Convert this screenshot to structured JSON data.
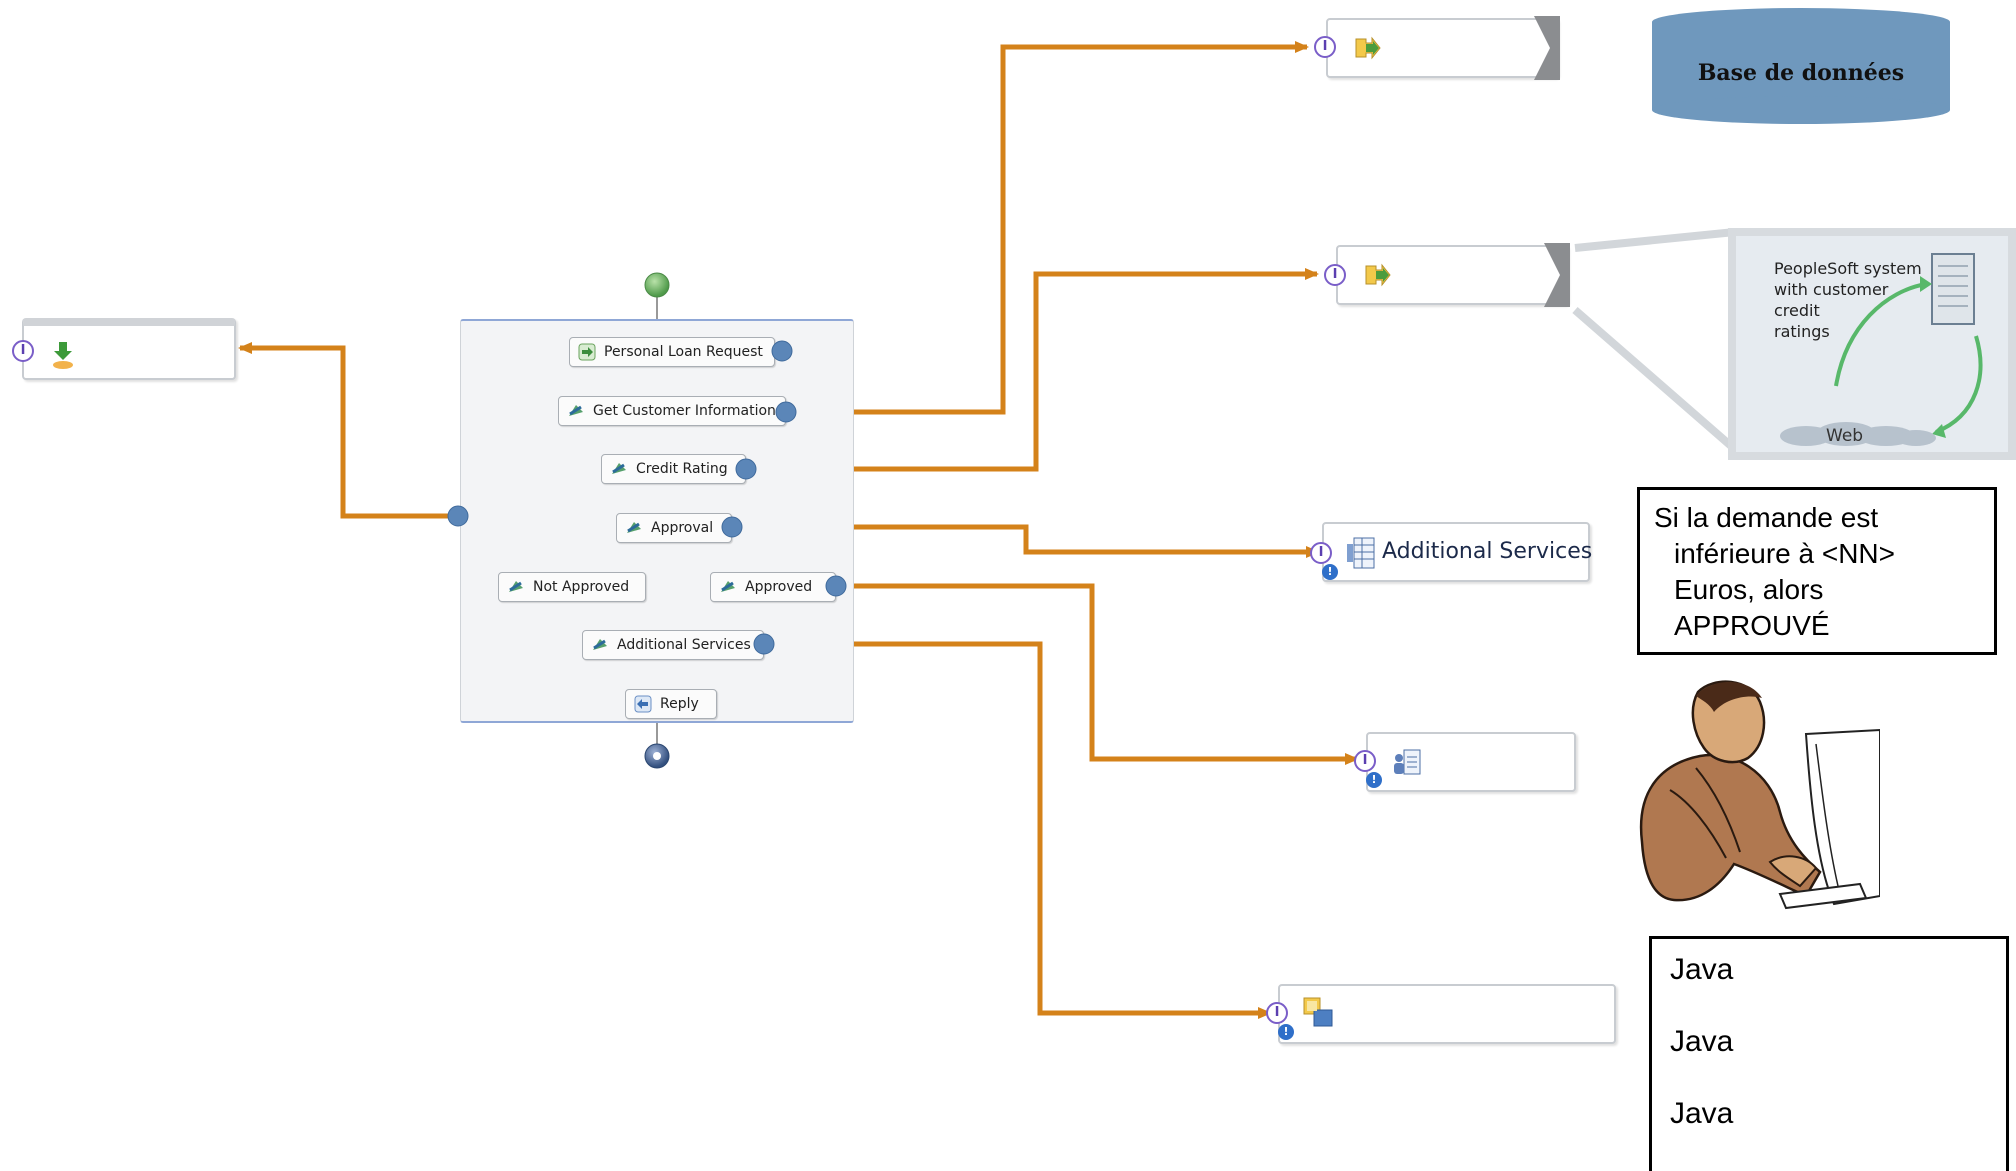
{
  "activities": {
    "personal_loan_request": "Personal Loan Request",
    "get_customer_information": "Get Customer Information",
    "credit_rating": "Credit Rating",
    "approval": "Approval",
    "not_approved": "Not Approved",
    "approved": "Approved",
    "additional_services": "Additional Services",
    "reply": "Reply"
  },
  "components": {
    "additional_services": "Additional Services",
    "interface_marker": "I",
    "warning_marker": "!"
  },
  "database": {
    "label": "Base de données",
    "color": "#6f98bd"
  },
  "peoplesoft": {
    "line1": "PeopleSoft system",
    "line2": "with customer",
    "line3": "credit",
    "line4": "ratings",
    "web": "Web"
  },
  "rule": {
    "line1": "Si la demande est",
    "line2": "inférieure à <NN>",
    "line3": "Euros, alors",
    "line4": "APPROUVÉ"
  },
  "java": {
    "items": [
      "Java",
      "Java",
      "Java"
    ]
  },
  "colors": {
    "connector": "#d4821a",
    "flow_arrow": "#8a2aa8",
    "endpoint": "#5b86b8"
  },
  "icons": {
    "start": "start-node-icon",
    "end": "end-node-icon",
    "invoke": "invoke-icon",
    "export": "export-icon",
    "import": "import-icon",
    "human_task": "human-task-icon",
    "java_component": "java-component-icon",
    "person": "person-at-computer-icon",
    "server": "server-icon"
  }
}
